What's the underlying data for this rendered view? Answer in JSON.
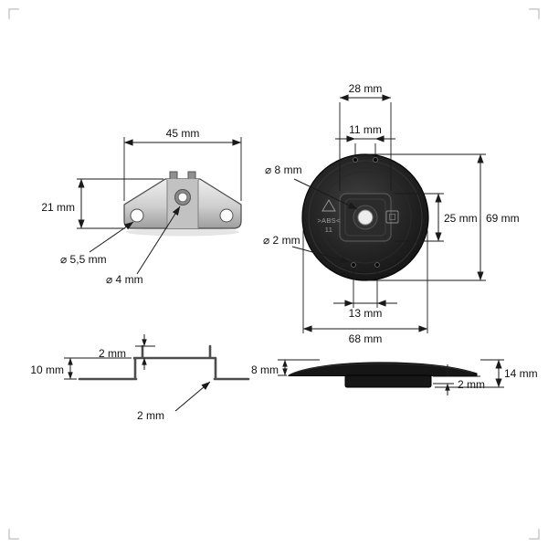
{
  "drawing": {
    "bracket_top": {
      "dim_width": "45 mm",
      "dim_height": "21 mm",
      "dim_side_hole": "⌀ 5,5 mm",
      "dim_center_hole": "⌀ 4 mm"
    },
    "disc_top": {
      "dim_boss_width": "28 mm",
      "dim_top_holes_spacing": "11 mm",
      "dim_center_hole": "⌀ 8 mm",
      "dim_small_hole": "⌀ 2 mm",
      "dim_boss_height": "25 mm",
      "dim_outer_diameter_v": "69 mm",
      "dim_bottom_holes_spacing": "13 mm",
      "dim_outer_diameter_h": "68 mm",
      "marking_material": ">ABS<",
      "marking_number": "11"
    },
    "bracket_side": {
      "dim_height": "10 mm",
      "dim_tab_height": "2 mm",
      "dim_thickness": "2 mm"
    },
    "disc_side": {
      "dim_disc_thickness": "8 mm",
      "dim_lip": "2 mm",
      "dim_total_height": "14 mm"
    }
  },
  "colors": {
    "background": "#ffffff",
    "dimension": "#1a1a1a",
    "metal_light": "#ececec",
    "metal_dark": "#9e9e9e",
    "disc_body": "#1c1c1c",
    "disc_detail": "#565656"
  }
}
